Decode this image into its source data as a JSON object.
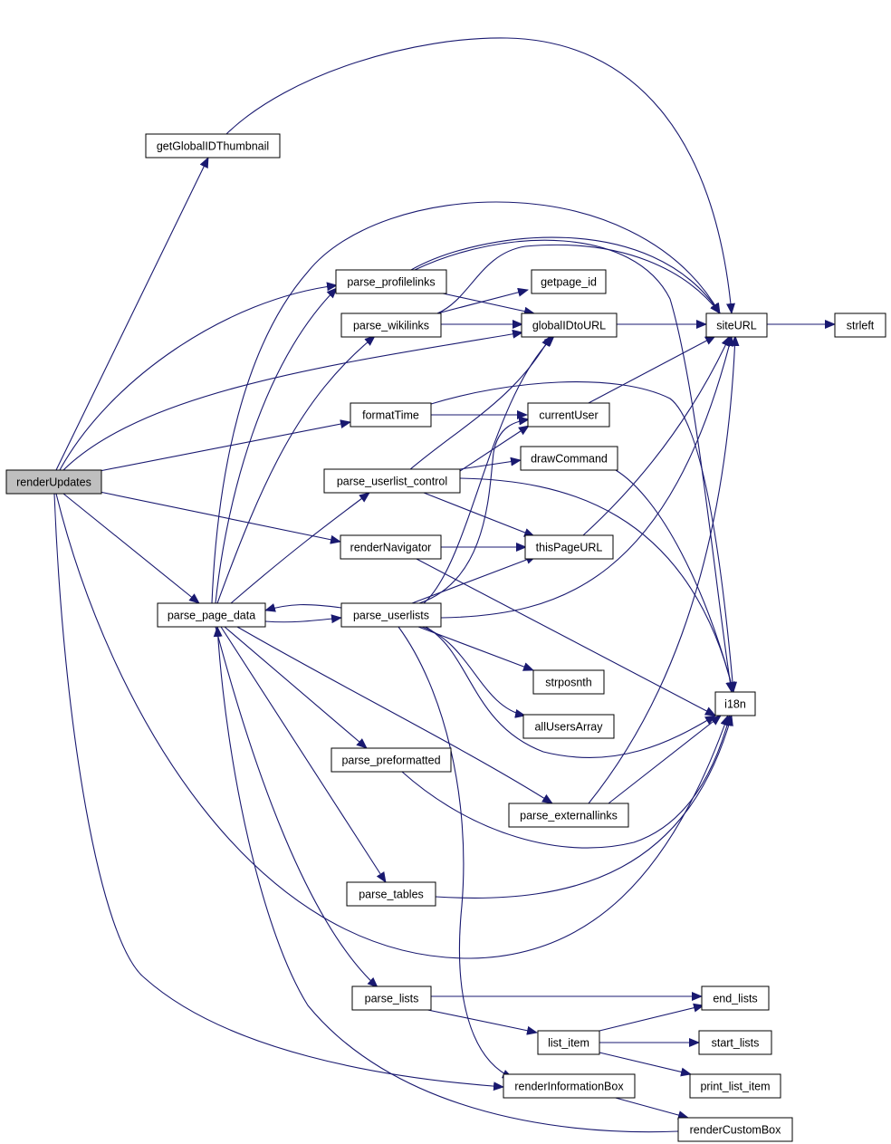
{
  "colors": {
    "edge": "#191970",
    "root_fill": "#bfbfbf",
    "node_fill": "#ffffff",
    "node_stroke": "#000000"
  },
  "nodes": {
    "renderUpdates": "renderUpdates",
    "getGlobalIDThumbnail": "getGlobalIDThumbnail",
    "parse_profilelinks": "parse_profilelinks",
    "parse_wikilinks": "parse_wikilinks",
    "getpage_id": "getpage_id",
    "globalIDtoURL": "globalIDtoURL",
    "siteURL": "siteURL",
    "strleft": "strleft",
    "formatTime": "formatTime",
    "currentUser": "currentUser",
    "drawCommand": "drawCommand",
    "parse_userlist_control": "parse_userlist_control",
    "renderNavigator": "renderNavigator",
    "thisPageURL": "thisPageURL",
    "parse_page_data": "parse_page_data",
    "parse_userlists": "parse_userlists",
    "strposnth": "strposnth",
    "allUsersArray": "allUsersArray",
    "i18n": "i18n",
    "parse_preformatted": "parse_preformatted",
    "parse_externallinks": "parse_externallinks",
    "parse_tables": "parse_tables",
    "parse_lists": "parse_lists",
    "end_lists": "end_lists",
    "list_item": "list_item",
    "start_lists": "start_lists",
    "print_list_item": "print_list_item",
    "renderInformationBox": "renderInformationBox",
    "renderCustomBox": "renderCustomBox"
  }
}
